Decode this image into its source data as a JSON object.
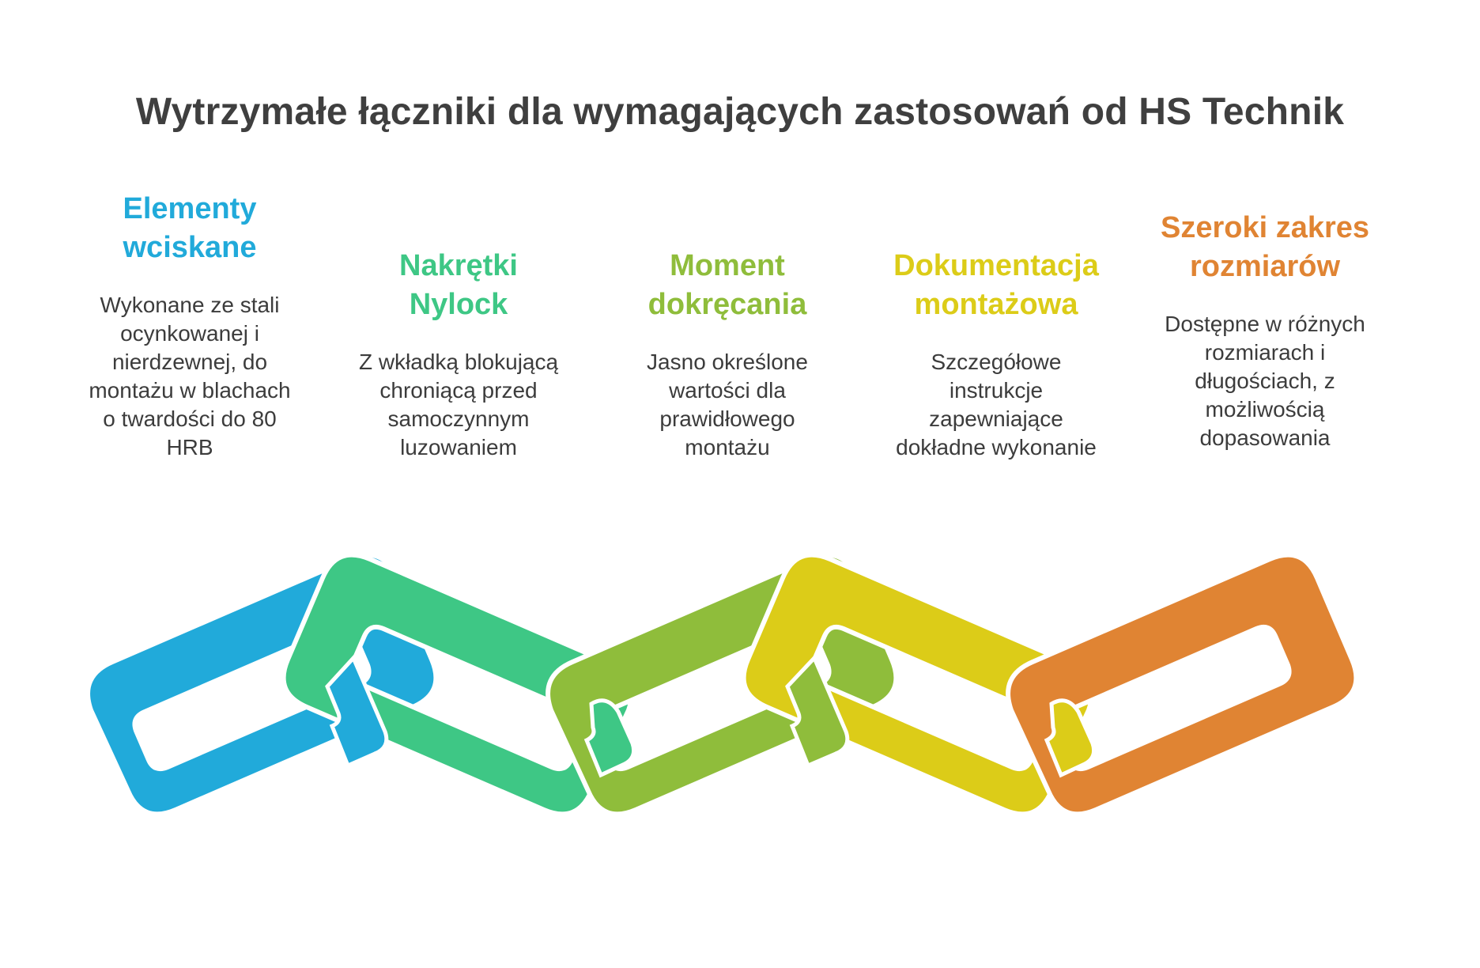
{
  "title": "Wytrzymałe łączniki dla wymagających zastosowań od HS Technik",
  "colors": {
    "blue": "#21AADA",
    "green": "#3EC785",
    "lime": "#8FBD3B",
    "yellow": "#DCCC18",
    "orange": "#E08433"
  },
  "features": [
    {
      "heading_line1": "Elementy",
      "heading_line2": "wciskane",
      "desc": [
        "Wykonane ze stali",
        "ocynkowanej i",
        "nierdzewnej, do",
        "montażu w blachach",
        "o twardości do 80",
        "HRB"
      ]
    },
    {
      "heading_line1": "Nakrętki",
      "heading_line2": "Nylock",
      "desc": [
        "Z wkładką blokującą",
        "chroniącą przed",
        "samoczynnym",
        "luzowaniem"
      ]
    },
    {
      "heading_line1": "Moment",
      "heading_line2": "dokręcania",
      "desc": [
        "Jasno określone",
        "wartości dla",
        "prawidłowego",
        "montażu"
      ]
    },
    {
      "heading_line1": "Dokumentacja",
      "heading_line2": "montażowa",
      "desc": [
        "Szczegółowe",
        "instrukcje",
        "zapewniające",
        "dokładne wykonanie"
      ]
    },
    {
      "heading_line1": "Szeroki zakres",
      "heading_line2": "rozmiarów",
      "desc": [
        "Dostępne w różnych",
        "rozmiarach i",
        "długościach, z",
        "możliwością",
        "dopasowania"
      ]
    }
  ]
}
